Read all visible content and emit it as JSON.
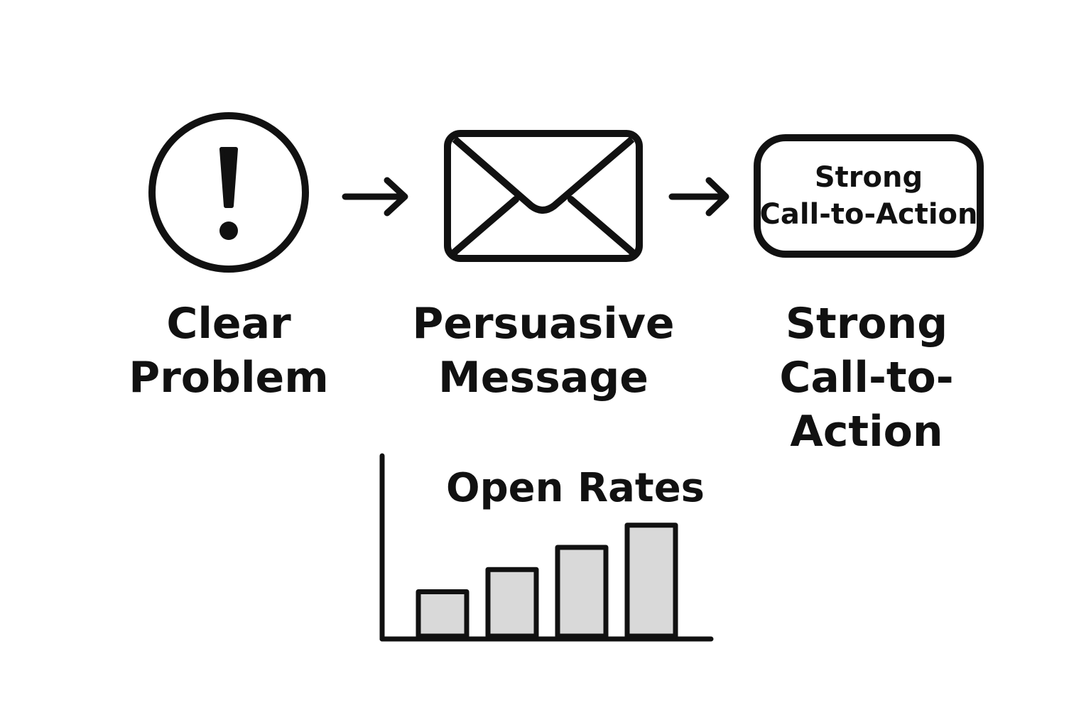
{
  "steps": [
    {
      "label": "Clear\nProblem",
      "icon": "exclamation-circle-icon"
    },
    {
      "label": "Persuasive\nMessage",
      "icon": "envelope-icon"
    },
    {
      "label": "Strong\nCall-to-Action",
      "icon": "cta-button-icon"
    }
  ],
  "cta_box": {
    "text": "Strong\nCall-to-Action"
  },
  "colors": {
    "stroke": "#111111",
    "bar_fill": "#d9d9d9",
    "background": "#ffffff"
  },
  "chart_data": {
    "type": "bar",
    "title": "Open Rates",
    "categories": [
      "",
      "",
      "",
      ""
    ],
    "values": [
      2,
      3,
      4,
      5
    ],
    "xlabel": "",
    "ylabel": "",
    "ylim": [
      0,
      8
    ],
    "grid": false
  }
}
